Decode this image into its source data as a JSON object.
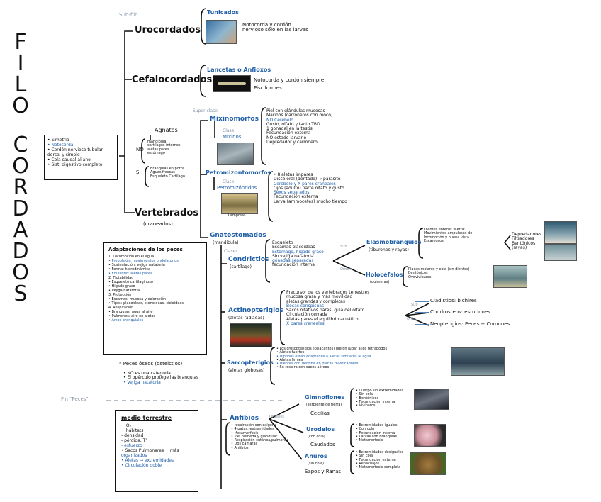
{
  "title": {
    "word1": "FILO",
    "word2": "CORDADOS"
  },
  "characteristics": {
    "items": [
      "• Simetría",
      "• Notocorda",
      "• Cordón nervioso tubular dorsal y simple",
      "• Cola caudal al ano",
      "• Sist. digestivo completo"
    ]
  },
  "labels": {
    "subfilo": "Sub-filo",
    "superclase": "Super clase",
    "clase": "Clase",
    "clases": "Clases"
  },
  "urocordados": {
    "title": "Urocordados",
    "sub": "Tunicados",
    "notes": [
      "Notocorda y cordón",
      "nervioso sólo en las larvas"
    ]
  },
  "cefalocordados": {
    "title": "Cefalocordados",
    "sub": "Lancetas o Anfioxos",
    "notes": [
      "Notocorda y cordón siempre",
      "Pisciformes"
    ]
  },
  "vertebrados": {
    "title": "Vertebrados",
    "sub": "(craneados)",
    "agnatos": "Agnatos",
    "no": "NO",
    "si": "SÍ",
    "no_items": [
      "mandíbula",
      "cartílagos internos",
      "aletas pares",
      "estómago"
    ],
    "si_items": [
      "Branquias en poros",
      "Aguas frescas",
      "Esqueleto Cartílago"
    ]
  },
  "mixinomorfos": {
    "title": "Mixinomorfos",
    "class": "Mixinos",
    "items": [
      "Piel con glándulas mucosas",
      "Marinos (carroñeros con moco)",
      "NO Cerebelo",
      "Gusto, olfato y tacto TBD",
      "1 gonadal en la testis",
      "Fecundación externa",
      "NO estado larvario",
      "Depredador y carroñero"
    ]
  },
  "petromizontomorfos": {
    "title": "Petromizontomorfos",
    "class": "Petromizóntidos",
    "caption": "Lampreas",
    "items": [
      "• 8 aletas impares",
      "Disco oral (dentado) → parasito",
      "Cerebelo y X pares craneales",
      "Ojos (adulto) parte olfato y gusto",
      "Sexos separados",
      "Fecundación externa",
      "Larva (ammocetes) mucho tiempo"
    ]
  },
  "gnatostomados": {
    "title": "Gnatostomados",
    "sub": "(mandíbula)"
  },
  "condrictios": {
    "title": "Condrictios",
    "sub": "(cartílago)",
    "items": [
      "Esqueleto",
      "Escamas placoideas",
      "Estómago, hígado graso",
      "Sin vejiga natatoria",
      "gónadas separadas",
      "fecundación interna"
    ],
    "subclass_label": "Sub",
    "orders_label": "Orden",
    "elasmo": {
      "title": "Elasmobranquios",
      "sub": "(tiburones y rayas)"
    },
    "elasmo_items": [
      "Dientes enteros 'sierra'",
      "Movimientos ampulosos de",
      "locomoción y buena vista",
      "Escamosos"
    ],
    "elasmo_types": [
      "Depredadores",
      "Filtradores",
      "Bentónicos",
      "(rayas)"
    ],
    "holo": {
      "title": "Holocéfalos",
      "sub": "(quimeras)"
    },
    "holo_items": [
      "Placas molares y cola (sin dientes)",
      "Bentónicos",
      "Ovovivíparos"
    ]
  },
  "actinopterigios": {
    "title": "Actinopterigios",
    "sub": "(aletas radiadas)",
    "items": [
      "Precursor de los vertebrados terrestres",
      "mucosa grasa y más movilidad",
      "aletas grandes y completas",
      "Bocas conspicuas",
      "Sacos olfativos pares, guía del olfato",
      "Circulación cerrada",
      "Aletas pares el equilibrio acuático",
      "X pares craneales"
    ],
    "sub_label": "Sub",
    "order_label": "Orden",
    "orders": [
      "Cladistios: bichires",
      "Condrosteos: esturiones",
      "Neopterigios: Peces + Comunes"
    ]
  },
  "sarcopterigios": {
    "title": "Sarcopterigios",
    "sub": "(aletas globosas)",
    "items": [
      "• Los crosopterigios (celacantos) dieron lugar a los tetrápodos",
      "• Aletas fuertes",
      "• Dipnoos están adaptados a aletas similares al agua",
      "• Aletas firmes",
      "• Dientes con dentina en placas masticadoras",
      "• Se respira con sacos aéreos"
    ]
  },
  "peces": {
    "adaptations_title": "Adaptaciones de los peces",
    "adaptations": [
      "1. Locomoción en el agua",
      "• Propulsión: movimientos ondulatorios",
      "• Sustentación: vejiga natatoria",
      "• Forma: hidrodinámica",
      "• Equilibrio: aletas pares",
      "2. Flotabilidad",
      "• Esqueleto cartilaginoso",
      "• Hígado graso",
      "• Vejiga natatoria",
      "3. Protección",
      "• Escamas, mucosa y coloración",
      "• Tipos: placoideas, ctenoideas, cicloideas",
      "4. Respiración",
      "• Branquias: agua al aire",
      "• Pulmones: aire en aletas",
      "• Arcos branquiales"
    ],
    "oseos_title": "* Peces óseos (osteictios)",
    "oseos_items": [
      "• NO es una categoría",
      "• El opérculo protege las branquias",
      "• Vejiga natatoria"
    ],
    "fin": "Fin \"Peces\""
  },
  "medio_terrestre": {
    "title": "medio terrestre",
    "items": [
      "+ O₂",
      "+ hábitats",
      "- densidad",
      "- pérdida, T°",
      "- esfuerzo",
      "• Sacos Pulmonares + más",
      "organizados",
      "• Aletas → extremidades",
      "• Circulación doble"
    ]
  },
  "anfibios": {
    "title": "Anfibios",
    "orders_label": "Órdenes",
    "items": [
      "• respiración con oxígeno",
      "• 4 patas: extremidades",
      "• Metamorfosis",
      "• Piel húmeda y glandular",
      "• Respiración cutánea/pulmonar",
      "• Dos cámaras",
      "• Anfibios"
    ],
    "gymno": {
      "title": "Gimnofiones",
      "sub": "(serpiente de tierra)",
      "common": "Cecilias"
    },
    "gymno_items": [
      "• Cuerpo sin extremidades",
      "• Sin cola",
      "• Bentónicos",
      "• Fecundación interna",
      "• Vivíparos"
    ],
    "urodelos": {
      "title": "Urodelos",
      "sub": "(con cola)",
      "common": "Caudados"
    },
    "urodelos_items": [
      "• Extremidades iguales",
      "• Con cola",
      "• Fecundación interna",
      "• Larvas con branquias",
      "• Metamorfosis"
    ],
    "anuros": {
      "title": "Anuros",
      "sub": "(sin cola)",
      "common": "Sapos y Ranas"
    },
    "anuros_items": [
      "• Extremidades desiguales",
      "• Sin cola",
      "• Fecundación externa",
      "• Renacuajos",
      "• Metamorfosis completa"
    ]
  },
  "colors": {
    "ink": "#111111",
    "blue": "#1f5fa8",
    "gray": "#8a97a8"
  }
}
